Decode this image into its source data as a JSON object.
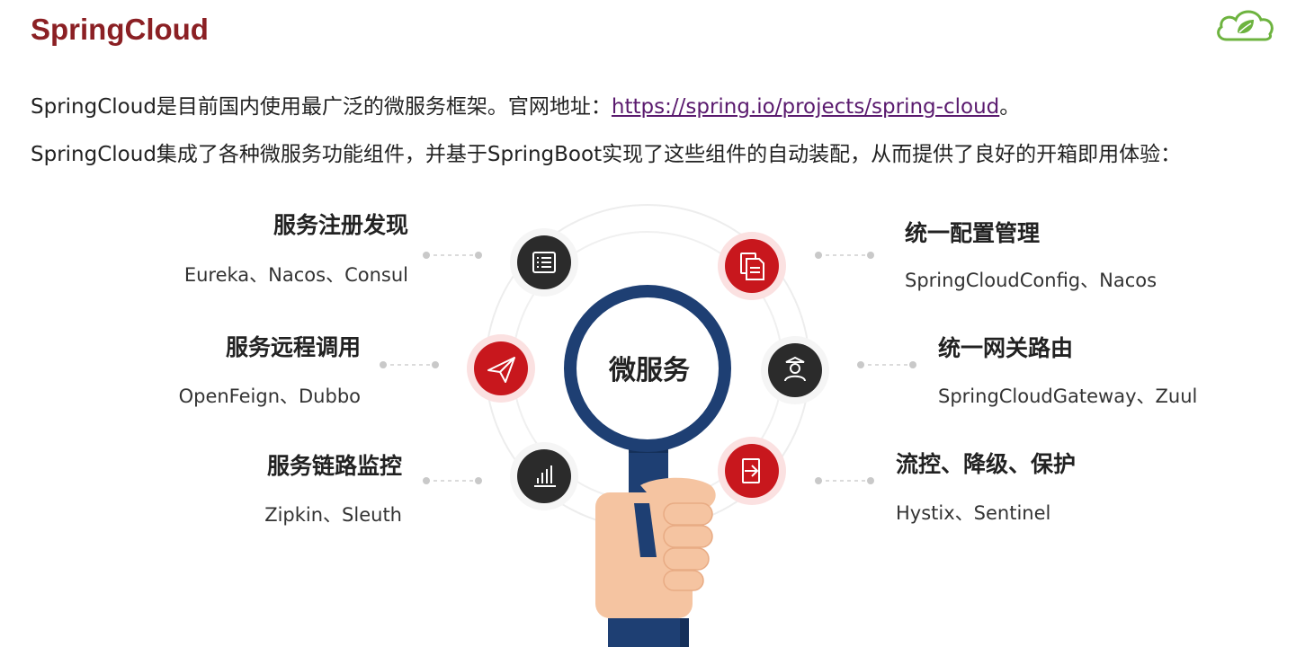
{
  "slide": {
    "title": "SpringCloud",
    "para1_prefix": "SpringCloud是目前国内使用最广泛的微服务框架。官网地址：",
    "para1_link": "https://spring.io/projects/spring-cloud",
    "para1_suffix": "。",
    "para2": "SpringCloud集成了各种微服务功能组件，并基于SpringBoot实现了这些组件的自动装配，从而提供了良好的开箱即用体验："
  },
  "diagram": {
    "center_label": "微服务",
    "features": [
      {
        "title": "服务注册发现",
        "items": "Eureka、Nacos、Consul",
        "icon": "list-icon",
        "color": "#2b2b2b"
      },
      {
        "title": "服务远程调用",
        "items": "OpenFeign、Dubbo",
        "icon": "paper-plane-icon",
        "color": "#c8171d"
      },
      {
        "title": "服务链路监控",
        "items": "Zipkin、Sleuth",
        "icon": "bar-chart-icon",
        "color": "#2b2b2b"
      },
      {
        "title": "统一配置管理",
        "items": "SpringCloudConfig、Nacos",
        "icon": "documents-icon",
        "color": "#c8171d"
      },
      {
        "title": "统一网关路由",
        "items": "SpringCloudGateway、Zuul",
        "icon": "gatekeeper-icon",
        "color": "#2b2b2b"
      },
      {
        "title": "流控、降级、保护",
        "items": "Hystix、Sentinel",
        "icon": "shield-exit-icon",
        "color": "#c8171d"
      }
    ]
  },
  "colors": {
    "title": "#8b2024",
    "link": "#5a1a6e",
    "lens_frame": "#1e3f73",
    "accent_red": "#c8171d",
    "logo_green": "#6db33f"
  }
}
